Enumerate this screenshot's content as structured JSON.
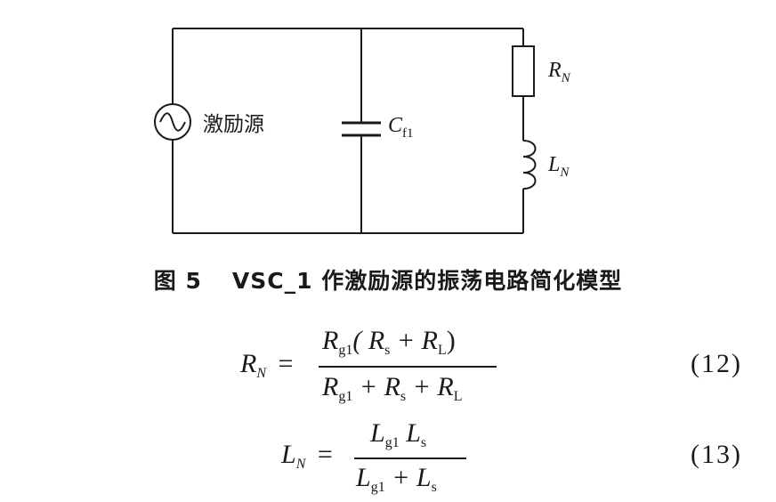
{
  "circuit": {
    "source_label": "激励源",
    "capacitor_label": "C",
    "capacitor_sub": "f1",
    "resistor_label": "R",
    "resistor_sub": "N",
    "inductor_label": "L",
    "inductor_sub": "N"
  },
  "caption": {
    "figure": "图 5",
    "text": "VSC_1 作激励源的振荡电路简化模型"
  },
  "equations": [
    {
      "lhs": "R",
      "lhs_sub": "N",
      "num": [
        "R",
        "g1",
        "( R",
        "s",
        " + R",
        "L",
        ")"
      ],
      "den": [
        "R",
        "g1",
        " + R",
        "s",
        " + R",
        "L"
      ],
      "number": "(12)"
    },
    {
      "lhs": "L",
      "lhs_sub": "N",
      "num": [
        "L",
        "g1",
        " L",
        "s"
      ],
      "den": [
        "L",
        "g1",
        " + L",
        "s"
      ],
      "number": "(13)"
    }
  ]
}
